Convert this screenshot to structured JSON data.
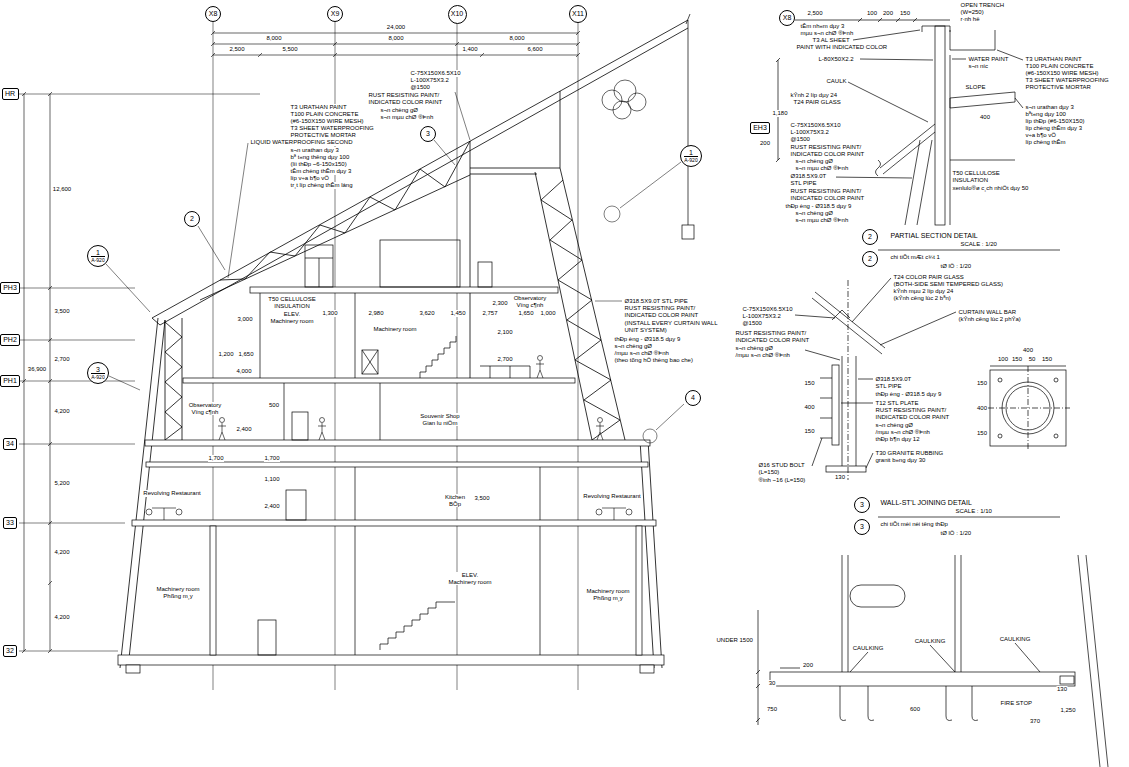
{
  "diagram": {
    "nodes": [
      {
        "text": [
          "X8"
        ]
      },
      {
        "text": [
          "X9"
        ]
      },
      {
        "text": [
          "X10"
        ]
      },
      {
        "text": [
          "X11"
        ]
      },
      {
        "text": [
          "X8"
        ]
      },
      {
        "text": [
          "HR"
        ]
      },
      {
        "text": [
          "EH3"
        ]
      },
      {
        "text": [
          "3"
        ]
      },
      {
        "text": [
          "1",
          "A-920"
        ]
      },
      {
        "text": [
          "2"
        ]
      },
      {
        "text": [
          "2"
        ]
      },
      {
        "text": [
          "1",
          "A-920"
        ]
      },
      {
        "text": [
          "2"
        ]
      },
      {
        "text": [
          "PH3"
        ]
      },
      {
        "text": [
          "PH2"
        ]
      },
      {
        "text": [
          "3",
          "A-920"
        ]
      },
      {
        "text": [
          "PH1"
        ]
      },
      {
        "text": [
          "4"
        ]
      },
      {
        "text": [
          "34"
        ]
      },
      {
        "text": [
          "3"
        ]
      },
      {
        "text": [
          "33"
        ]
      },
      {
        "text": [
          "3"
        ]
      },
      {
        "text": [
          "32"
        ]
      }
    ],
    "labels": [
      "24,000",
      "8,000",
      "8,000",
      "8,000",
      "2,500",
      "5,500",
      "1,400",
      "6,600",
      "12,600",
      "3,500",
      "2,700",
      "36,900",
      "4,200",
      "5,200",
      "4,200",
      "4,200",
      "C-75X150X6.5X10",
      "L-100X75X3.2",
      "@1500",
      "RUST RESISTING PAINT/ INDICATED COLOR PAINT",
      "T3 URATHAN PAINT",
      "T100 PLAIN CONCRETE",
      "(#6-150X150 WIRE MESH)",
      "T3 SHEET WATERPROOFING",
      "PROTECTIVE MORTAR",
      "LIQUID WATERPROOFING SECOND",
      "s¬n urathan dµy 3",
      "bª t«ng thêng dµy 100",
      "(líi thÐp ~6-150x150)",
      "tÊm chèng thÊm dµy 3",
      "líp v÷a b¶o vÖ",
      "tr¸t líp chèng thÊm láng",
      "s¬n chèng gØ",
      "s¬n mµu chØ ®Þnh",
      "T50 CELLULOSE INSULATION",
      "ELEV. Machinery room",
      "Machinery room",
      "Observatory Vïng c¶nh",
      "Observatory Vïng c¶nh",
      "Souvenir Shop Gian lu niÖm",
      "Revolving Restaurant",
      "Revolving Restaurant",
      "Kitchen BÕp",
      "ELEV. Machinery room",
      "Machinery room Phßng m¸y",
      "Machinery room Phßng m¸y",
      "3,000",
      "1,300",
      "2,980",
      "3,620",
      "1,450",
      "2,757",
      "2,300",
      "1,650",
      "1,000",
      "2,100",
      "2,700",
      "1,200",
      "1,650",
      "4,000",
      "500",
      "2,400",
      "1,700",
      "1,700",
      "1,100",
      "2,400",
      "3,500",
      "Ø318.5X9.0T STL PIPE",
      "RUST RESISTING PAINT/ INDICATED COLOR PAINT",
      "(INSTALL EVERY CURTAIN WALL UNIT SYSTEM)",
      "thÐp èng - Ø318.5 dµy 9",
      "s¬n chèng gØ",
      "/mµu s¬n chØ ®Þnh",
      "(theo tõng hÖ thèng bao che)",
      "2,500",
      "100",
      "200",
      "150",
      "OPEN TRENCH (W=250)",
      "r·nh hë",
      "tÊm nh«m dµy 3",
      "mµu s¬n chØ ®Þnh",
      "T3 AL SHEET",
      "PAINT WITH INDICATED COLOR",
      "L-80X50X2.2",
      "CAULK",
      "kÝnh 2 líp dµy 24",
      "T24 PAIR GLASS",
      "1,180",
      "C-75X150X6.5X10",
      "L-100X75X3.2",
      "@1500",
      "200",
      "RUST RESISTING PAINT/ INDICATED COLOR PAINT",
      "s¬n chèng gØ",
      "s¬n mµu chØ ®Þnh",
      "Ø318.5X9.0T STL PIPE",
      "RUST RESISTING PAINT/ INDICATED COLOR PAINT",
      "thÐp èng - Ø318.5 dµy 9",
      "s¬n chèng gØ",
      "s¬n mµu chØ ®Þnh",
      "T50 CELLULOSE INSULATION",
      "xenlulo®ø c¸ch nhiÖt dµy 50",
      "WATER PAINT",
      "s¬n níc",
      "T3 URATHAN PAINT",
      "T100 PLAIN CONCRETE",
      "(#6-150X150 WIRE MESH)",
      "T3 SHEET WATERPROOFING",
      "PROTECTIVE MORTAR",
      "SLOPE",
      "400",
      "s¬n urathan dµy 3",
      "bªt«ng dµy 100",
      "líp thÐp (#6-150X150)",
      "líp chèng thÊm dµy 3",
      "v÷a b¶o vÖ",
      "líp chèng thÊm",
      "PARTIAL SECTION DETAIL",
      "SCALE : 1/20",
      "chi tiÕt mÆt c¾t 1",
      "tØ lÖ : 1/20",
      "T24 COLOR PAIR GLASS",
      "(BOTH-SIDE SEMI TEMPERED GLASS)",
      "kÝnh mµu 2 líp dµy 24",
      "(kÝnh cêng lùc 2 bªn)",
      "C-75X150X6.5X10",
      "L-100X75X3.2",
      "@1500",
      "CURTAIN WALL BAR",
      "(kÝnh cêng lùc 2 phÝa)",
      "RUST RESISTING PAINT/ INDICATED COLOR PAINT",
      "s¬n chèng gØ",
      "/mµu s¬n chØ ®Þnh",
      "Ø318.5X9.0T STL PIPE",
      "thÐp èng - Ø318.5 dµy 9",
      "T12 STL PLATE",
      "RUST RESISTING PAINT/ INDICATED COLOR PAINT",
      "s¬n chèng gØ",
      "/mµu s¬n chØ ®Þnh",
      "thÐp b¶n dµy 12",
      "T30 GRANITE RUBBING",
      "granit b»ng dµy 30",
      "Ø16 STUD BOLT (L=150)",
      "®inh ~16 (L=150)",
      "400",
      "100",
      "150",
      "50",
      "150",
      "150",
      "400",
      "150",
      "150",
      "400",
      "150",
      "130",
      "WALL-ST'L JOINING DETAIL",
      "SCALE : 1/10",
      "chi tiÕt mèi nèi têng thÐp",
      "tØ lÖ : 1/20",
      "UNDER 1500",
      "200",
      "CAULKING",
      "CAULKING",
      "CAULKING",
      "30",
      "750",
      "FIRE STOP",
      "130",
      "1,250",
      "600",
      "370"
    ]
  }
}
